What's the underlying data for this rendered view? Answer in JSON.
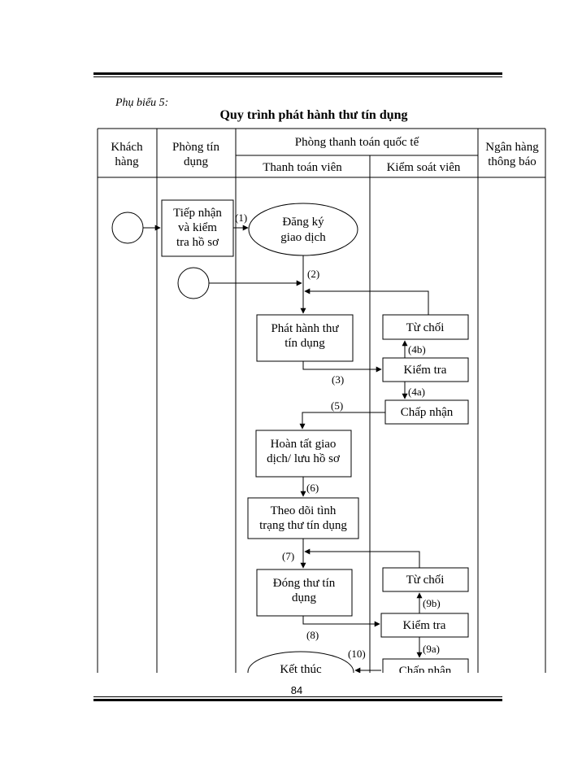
{
  "appendix_label": "Phụ biểu 5:",
  "title": "Quy trình phát hành thư tín dụng",
  "page_number": "84",
  "lanes": {
    "customer": [
      "Khách",
      "hàng"
    ],
    "credit_dept": [
      "Phòng tín",
      "dụng"
    ],
    "intl_payment_dept": "Phòng thanh toán quốc tế",
    "payment_officer": "Thanh toán viên",
    "control_officer": "Kiểm soát viên",
    "advising_bank": [
      "Ngân hàng",
      "thông báo"
    ]
  },
  "nodes": {
    "receive_check": [
      "Tiếp nhận",
      "và kiểm",
      "tra hồ sơ"
    ],
    "register": [
      "Đăng ký",
      "giao dịch"
    ],
    "issue_lc": [
      "Phát hành thư",
      "tín dụng"
    ],
    "reject_1": "Từ chối",
    "check_1": "Kiểm tra",
    "accept_1": "Chấp nhận",
    "complete": [
      "Hoàn tất giao",
      "dịch/ lưu hồ sơ"
    ],
    "monitor": [
      "Theo dõi tình",
      "trạng thư tín dụng"
    ],
    "close_lc": [
      "Đóng thư tín",
      "dụng"
    ],
    "reject_2": "Từ chối",
    "check_2": "Kiểm tra",
    "accept_2": "Chấp nhận",
    "end": "Kết thúc"
  },
  "step_labels": {
    "s1": "(1)",
    "s2": "(2)",
    "s3": "(3)",
    "s4a": "(4a)",
    "s4b": "(4b)",
    "s5": "(5)",
    "s6": "(6)",
    "s7": "(7)",
    "s8": "(8)",
    "s9a": "(9a)",
    "s9b": "(9b)",
    "s10": "(10)"
  }
}
